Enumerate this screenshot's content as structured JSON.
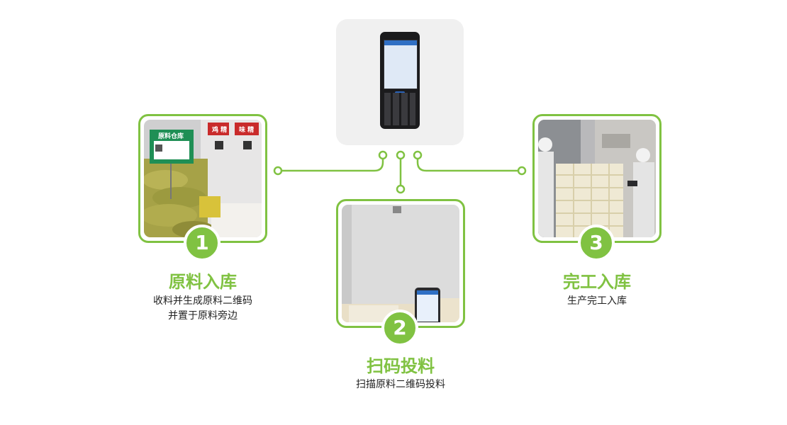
{
  "steps": [
    {
      "number": "1",
      "title": "原料入库",
      "desc_lines": [
        "收料并生成原料二维码",
        "并置于原料旁边"
      ]
    },
    {
      "number": "2",
      "title": "扫码投料",
      "desc_lines": [
        "扫描原料二维码投料"
      ]
    },
    {
      "number": "3",
      "title": "完工入库",
      "desc_lines": [
        "生产完工入库"
      ]
    }
  ],
  "photo1": {
    "sign_title": "原料仓库",
    "bag_label_1": "鸡 精",
    "bag_label_2": "味 精"
  },
  "colors": {
    "accent": "#80c242",
    "text": "#222222",
    "card": "#f0f0f0"
  }
}
